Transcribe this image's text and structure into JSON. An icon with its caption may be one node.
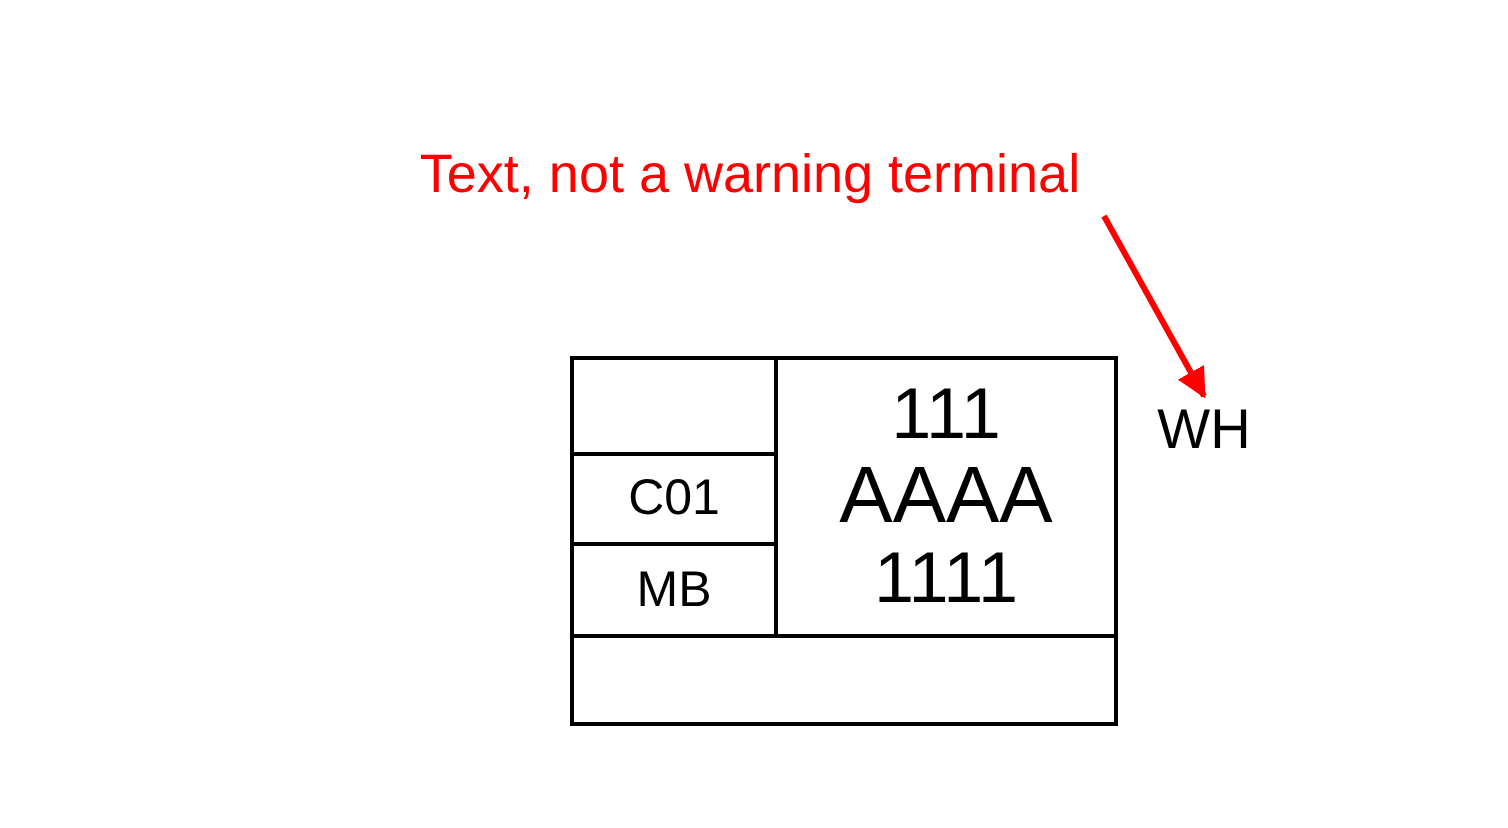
{
  "diagram": {
    "nodes": [
      {
        "text": [
          "Text, not a warning terminal"
        ]
      },
      {
        "text": [
          "WH"
        ]
      },
      {
        "text": [],
        "shape": "box"
      },
      {
        "text": [],
        "shape": "box",
        "in": 2
      },
      {
        "text": [
          "C01"
        ],
        "in": 2
      },
      {
        "text": [
          "MB"
        ],
        "in": 2
      },
      {
        "text": [
          "111",
          "AAAA",
          "1111"
        ],
        "in": 2
      },
      {
        "text": [],
        "shape": "box",
        "in": 2
      }
    ],
    "edges": [
      {
        "from": 0,
        "to": 1,
        "arrow": "to",
        "color": "#ff0000"
      }
    ]
  }
}
